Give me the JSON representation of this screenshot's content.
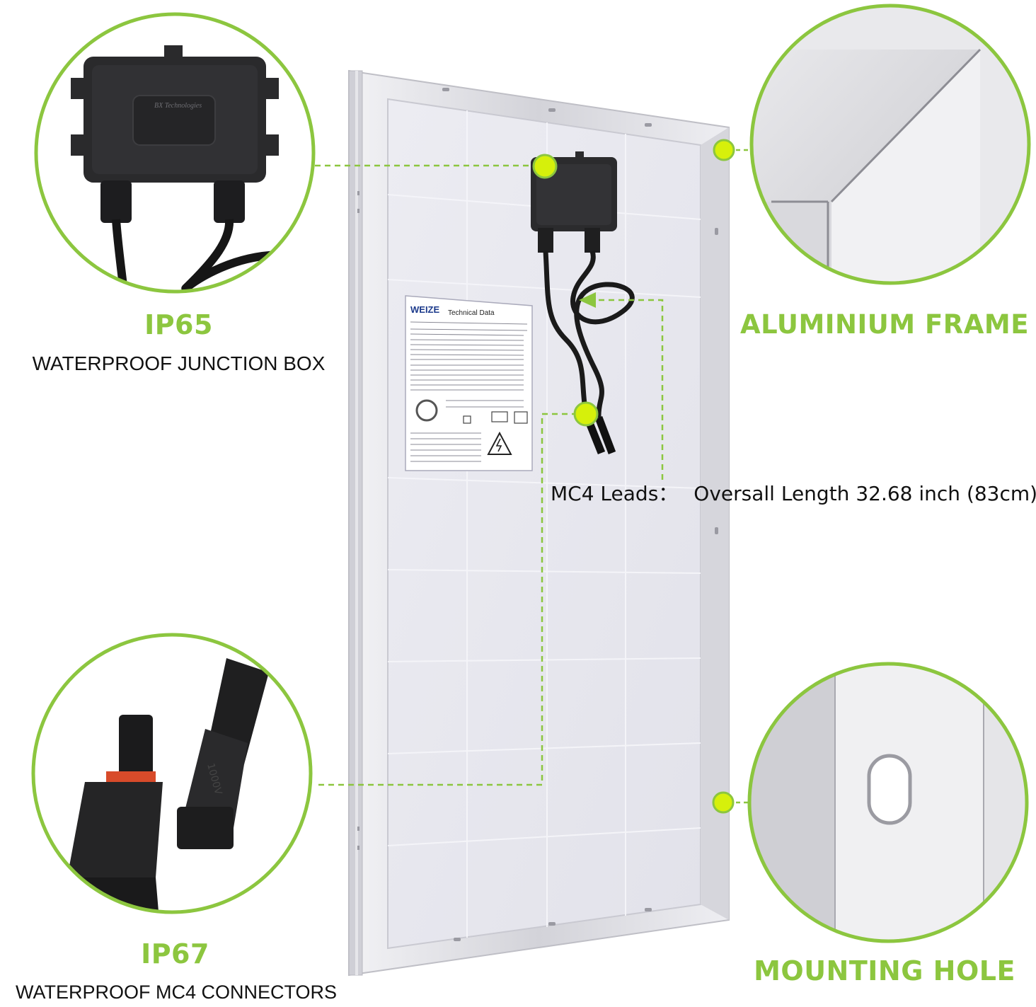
{
  "callouts": {
    "junction_box": {
      "title": "IP65",
      "subtitle": "WATERPROOF JUNCTION BOX"
    },
    "frame": {
      "title": "ALUMINIUM FRAME"
    },
    "connectors": {
      "title": "IP67",
      "subtitle": "WATERPROOF MC4 CONNECTORS"
    },
    "mounting": {
      "title": "MOUNTING HOLE"
    }
  },
  "mc4_leads": {
    "label": "MC4 Leads：",
    "value": "Oversall Length 32.68 inch (83cm)"
  },
  "label_sticker": {
    "brand": "WEIZE",
    "heading": "Technical Data",
    "junction_brand": "BX Technologies"
  },
  "colors": {
    "accent_green": "#8cc63f",
    "dot_yellow": "#d4f000",
    "frame_silver": "#d9d9de",
    "panel_backsheet": "#e8e8ee"
  }
}
